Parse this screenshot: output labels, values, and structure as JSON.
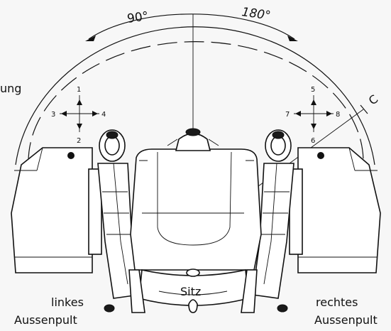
{
  "angles": {
    "left": "90°",
    "right": "180°"
  },
  "partial_label": "ung",
  "direction_digits": {
    "left": {
      "up": "1",
      "down": "2",
      "left": "3",
      "right": "4"
    },
    "right": {
      "up": "5",
      "down": "6",
      "left": "7",
      "right": "8"
    }
  },
  "axis_label": "C",
  "seat_label": "Sitz",
  "left_console": {
    "line1": "linkes",
    "line2": "Aussenpult"
  },
  "right_console": {
    "line1": "rechtes",
    "line2": "Aussenpult"
  }
}
